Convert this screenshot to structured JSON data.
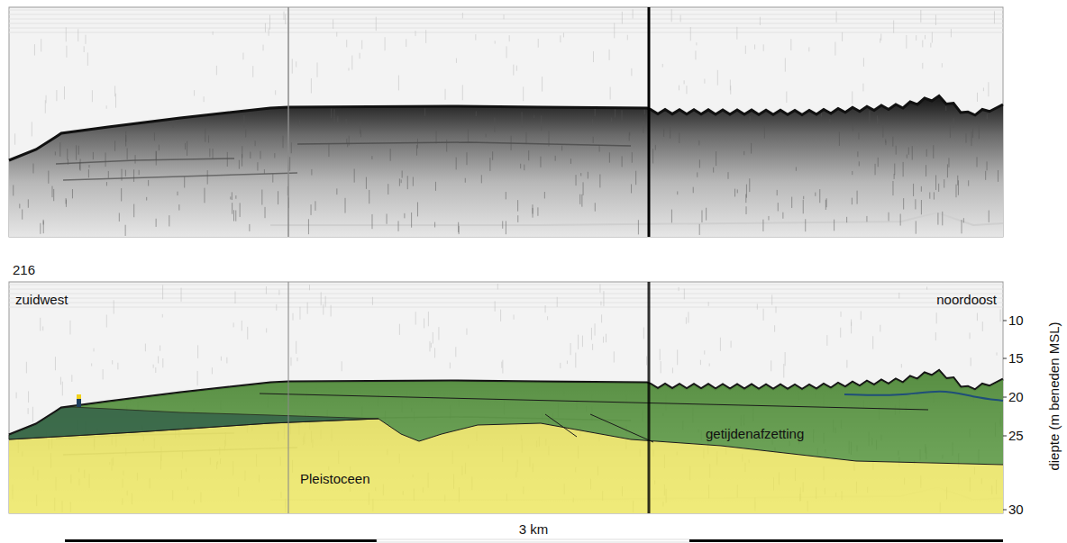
{
  "diagram": {
    "nodes": [
      {
        "text": [
          "getijdenafzetting"
        ]
      },
      {
        "text": [
          "Pleistoceen"
        ]
      }
    ],
    "labels": [
      "216",
      "zuidwest",
      "noordoost",
      "10",
      "15",
      "20",
      "25",
      "30",
      "diepte (m beneden MSL)",
      "3 km"
    ]
  }
}
